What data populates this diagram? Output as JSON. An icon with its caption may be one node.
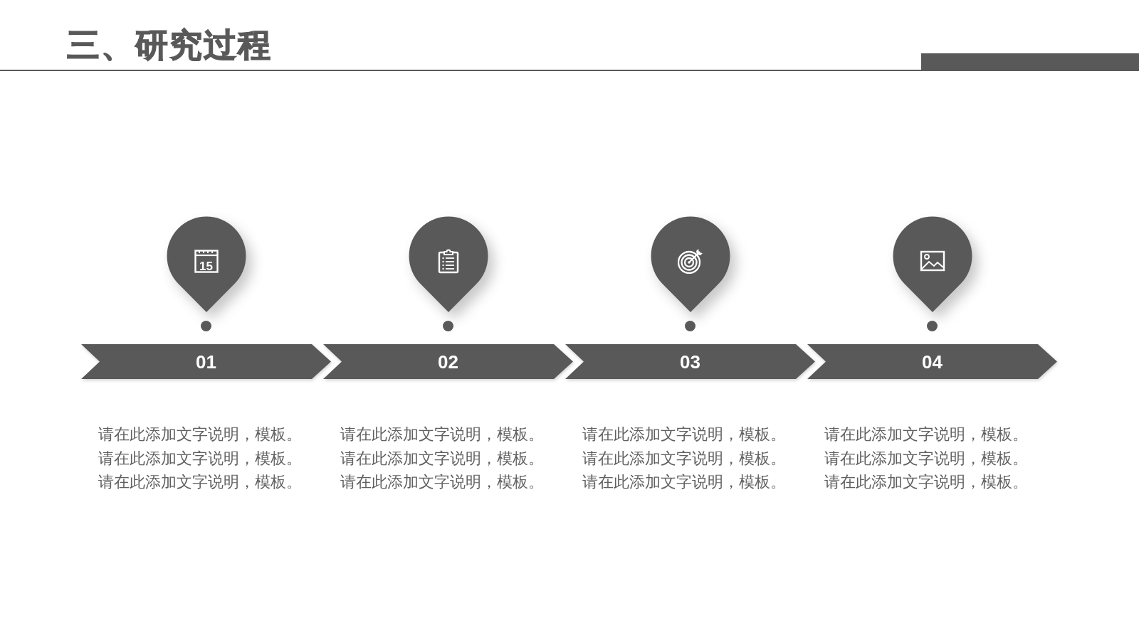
{
  "diagram": {
    "title": "三、研究过程",
    "nodes": [
      {
        "text": [
          "01"
        ],
        "beside": [
          "请在此添加文字说明，模板。请在此添加文字说明，模板。请在此添加文字说明，模板。"
        ]
      },
      {
        "text": [
          "02"
        ],
        "beside": [
          "请在此添加文字说明，模板。请在此添加文字说明，模板。请在此添加文字说明，模板。"
        ]
      },
      {
        "text": [
          "03"
        ],
        "beside": [
          "请在此添加文字说明，模板。请在此添加文字说明，模板。请在此添加文字说明，模板。"
        ]
      },
      {
        "text": [
          "04"
        ],
        "beside": [
          "请在此添加文字说明，模板。请在此添加文字说明，模板。请在此添加文字说明，模板。"
        ]
      }
    ],
    "labels": [
      "15"
    ]
  }
}
